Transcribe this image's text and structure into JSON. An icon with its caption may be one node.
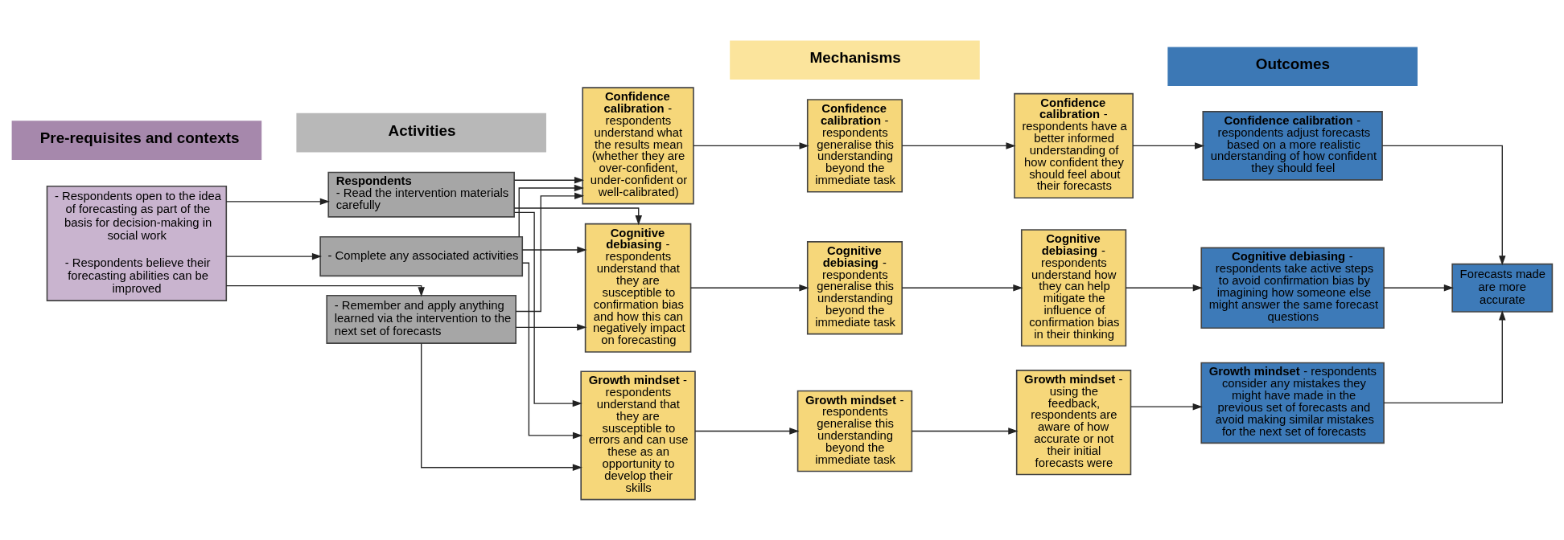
{
  "diagram": {
    "nodes": [
      {
        "text": [
          "Pre-requisites and contexts"
        ]
      },
      {
        "text": [
          "Activities"
        ]
      },
      {
        "text": [
          "Mechanisms"
        ]
      },
      {
        "text": [
          "Outcomes"
        ]
      },
      {
        "text": [
          "- Respondents open to the idea of forecasting as part of the basis for decision-making in social work",
          "- Respondents believe their forecasting abilities can be improved"
        ]
      },
      {
        "text": [
          "Respondents",
          "- Read the intervention materials carefully"
        ]
      },
      {
        "text": [
          "- Complete any associated activities"
        ]
      },
      {
        "text": [
          "- Remember and apply anything learned via the intervention to the next set of forecasts"
        ]
      },
      {
        "text": [
          "**Confidence calibration** - respondents understand what the results mean (whether they are over-confident, under-confident or well-calibrated)"
        ]
      },
      {
        "text": [
          "**Confidence calibration** - respondents generalise this understanding beyond the immediate task"
        ]
      },
      {
        "text": [
          "**Confidence calibration** - respondents have a better informed understanding of how confident they should feel about their forecasts"
        ]
      },
      {
        "text": [
          "**Cognitive debiasing** - respondents understand that they are susceptible to confirmation bias and how this can negatively impact on forecasting"
        ]
      },
      {
        "text": [
          "**Cognitive debiasing** - respondents generalise this understanding beyond the immediate task"
        ]
      },
      {
        "text": [
          "**Cognitive debiasing** - respondents understand how they can help mitigate the influence of confirmation bias in their thinking"
        ]
      },
      {
        "text": [
          "**Growth mindset** - respondents understand that they are susceptible to errors and can use these as an opportunity to develop their skills"
        ]
      },
      {
        "text": [
          "**Growth mindset** - respondents generalise this understanding beyond the immediate task"
        ]
      },
      {
        "text": [
          "**Growth mindset** - using the feedback, respondents are aware of how accurate or not their initial forecasts were"
        ]
      },
      {
        "text": [
          "**Confidence calibration** - respondents adjust forecasts based on a more realistic understanding of how confident they should feel"
        ]
      },
      {
        "text": [
          "**Cognitive debiasing** - respondents take active steps to avoid confirmation bias by imagining how someone else might answer the same forecast questions"
        ]
      },
      {
        "text": [
          "**Growth mindset** - respondents consider any mistakes they might have made in the previous set of forecasts and avoid making similar mistakes for the next set of forecasts"
        ]
      },
      {
        "text": [
          "Forecasts made are more accurate"
        ]
      }
    ],
    "edges": [
      {
        "from": 4,
        "to": 5,
        "arrow": "to"
      },
      {
        "from": 4,
        "to": 6,
        "arrow": "to"
      },
      {
        "from": 4,
        "to": 7,
        "arrow": "to"
      },
      {
        "from": 5,
        "to": 8,
        "arrow": "to"
      },
      {
        "from": 5,
        "to": 11,
        "arrow": "to"
      },
      {
        "from": 5,
        "to": 14,
        "arrow": "to"
      },
      {
        "from": 6,
        "to": 8,
        "arrow": "to"
      },
      {
        "from": 6,
        "to": 11,
        "arrow": "to"
      },
      {
        "from": 6,
        "to": 14,
        "arrow": "to"
      },
      {
        "from": 7,
        "to": 8,
        "arrow": "to"
      },
      {
        "from": 7,
        "to": 11,
        "arrow": "to"
      },
      {
        "from": 7,
        "to": 14,
        "arrow": "to"
      },
      {
        "from": 8,
        "to": 9,
        "arrow": "to"
      },
      {
        "from": 9,
        "to": 10,
        "arrow": "to"
      },
      {
        "from": 10,
        "to": 17,
        "arrow": "to"
      },
      {
        "from": 11,
        "to": 12,
        "arrow": "to"
      },
      {
        "from": 12,
        "to": 13,
        "arrow": "to"
      },
      {
        "from": 13,
        "to": 18,
        "arrow": "to"
      },
      {
        "from": 14,
        "to": 15,
        "arrow": "to"
      },
      {
        "from": 15,
        "to": 16,
        "arrow": "to"
      },
      {
        "from": 16,
        "to": 19,
        "arrow": "to"
      },
      {
        "from": 17,
        "to": 20,
        "arrow": "to"
      },
      {
        "from": 18,
        "to": 20,
        "arrow": "to"
      },
      {
        "from": 19,
        "to": 20,
        "arrow": "to"
      }
    ]
  }
}
